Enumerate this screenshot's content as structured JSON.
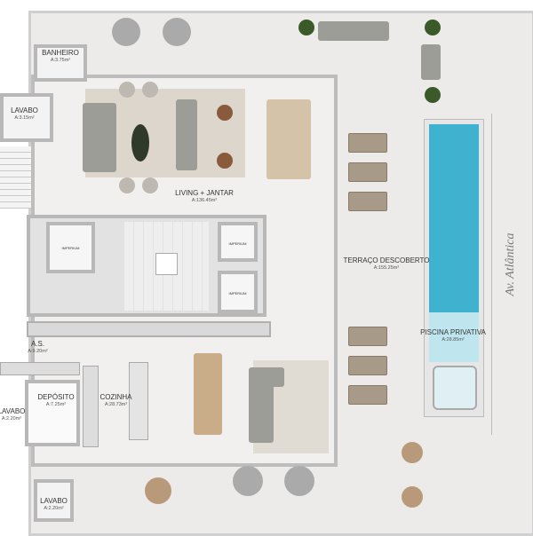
{
  "rooms": [
    {
      "name": "BANHEIRO",
      "area": "A:3.75m²"
    },
    {
      "name": "LAVABO",
      "area": "A:3.15m²"
    },
    {
      "name": "LIVING + JANTAR",
      "area": "A:136.45m²"
    },
    {
      "name": "TERRAÇO DESCOBERTO",
      "area": "A:155.25m²"
    },
    {
      "name": "PISCINA PRIVATIVA",
      "area": "A:28.85m²"
    },
    {
      "name": "A.S.",
      "area": "A:9.20m²"
    },
    {
      "name": "DEPÓSITO",
      "area": "A:7.25m²"
    },
    {
      "name": "COZINHA",
      "area": "A:28.73m²"
    },
    {
      "name": "LAVABO",
      "area": "A:2.20m²"
    },
    {
      "name": "LAVABO",
      "area": "A:2.20m²"
    }
  ],
  "street": "Av. Atlântica",
  "brand": "IMPERIUM",
  "colors": {
    "pool": "#3fb2d0",
    "pool_shallow": "#bfe6ef",
    "floor": "#f1f0ee"
  }
}
